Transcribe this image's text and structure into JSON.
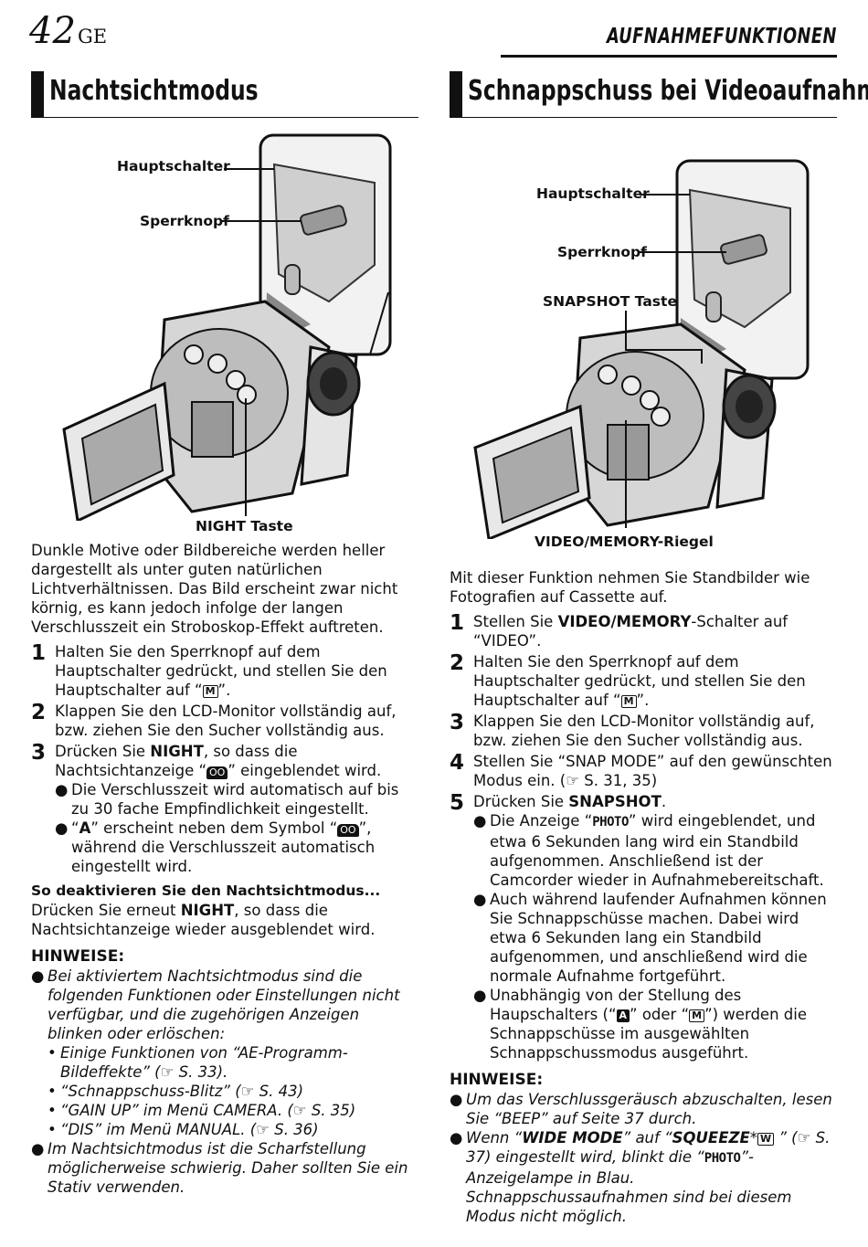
{
  "page": {
    "number": "42",
    "lang": "GE",
    "header": "AUFNAHMEFUNKTIONEN"
  },
  "left": {
    "title": "Nachtsichtmodus",
    "callouts": {
      "main_switch": "Hauptschalter",
      "lock_button": "Sperrknopf",
      "night_button": "NIGHT Taste"
    },
    "intro": "Dunkle Motive oder Bildbereiche werden heller dargestellt als unter guten natürlichen Lichtverhältnissen. Das Bild erscheint zwar nicht körnig, es kann jedoch infolge der langen Verschlusszeit ein Stroboskop-Effekt auftreten.",
    "steps": [
      {
        "n": "1",
        "pre": "Halten Sie den Sperrknopf auf dem Hauptschalter gedrückt, und stellen Sie den Hauptschalter auf “",
        "sym": "M",
        "post": "”."
      },
      {
        "n": "2",
        "text": "Klappen Sie den LCD-Monitor vollständig auf, bzw. ziehen Sie den Sucher vollständig aus."
      },
      {
        "n": "3",
        "pre": "Drücken Sie ",
        "bold": "NIGHT",
        "mid": ", so dass die Nachtsichtanzeige “",
        "sym": "OO",
        "post": "” eingeblendet wird."
      }
    ],
    "step3_bullets": [
      {
        "text": "Die Verschlusszeit wird automatisch auf bis zu 30 fache Empfindlichkeit eingestellt."
      },
      {
        "pre": "“",
        "sym1": "A",
        "mid": "” erscheint neben dem Symbol “",
        "sym2": "OO",
        "post": "”, während die Verschlusszeit automatisch eingestellt wird."
      }
    ],
    "deactivate_heading": "So deaktivieren Sie den Nachtsichtmodus...",
    "deactivate": {
      "pre": "Drücken Sie erneut ",
      "bold": "NIGHT",
      "post": ", so dass die Nachtsichtanzeige wieder ausgeblendet wird."
    },
    "notes_heading": "HINWEISE:",
    "note1": "Bei aktiviertem Nachtsichtmodus sind die folgenden Funktionen oder Einstellungen nicht verfügbar, und die zugehörigen Anzeigen blinken oder erlöschen:",
    "sub_notes": [
      "Einige Funktionen von “AE-Programm-Bildeffekte” (☞ S. 33).",
      "“Schnappschuss-Blitz” (☞ S. 43)",
      "“GAIN UP” im Menü CAMERA. (☞ S. 35)",
      "“DIS” im Menü MANUAL. (☞ S. 36)"
    ],
    "note2": "Im Nachtsichtmodus ist die Scharfstellung möglicherweise schwierig. Daher sollten Sie ein Stativ verwenden."
  },
  "right": {
    "title": "Schnappschuss bei Videoaufnahmen",
    "callouts": {
      "main_switch": "Hauptschalter",
      "lock_button": "Sperrknopf",
      "snapshot_button": "SNAPSHOT Taste",
      "video_memory": "VIDEO/MEMORY-Riegel"
    },
    "intro": "Mit dieser Funktion nehmen Sie Standbilder wie Fotografien auf Cassette auf.",
    "steps": [
      {
        "n": "1",
        "pre": "Stellen Sie ",
        "bold": "VIDEO/MEMORY",
        "post": "-Schalter auf “VIDEO”."
      },
      {
        "n": "2",
        "pre": "Halten Sie den Sperrknopf auf dem Hauptschalter gedrückt, und stellen Sie den Hauptschalter auf “",
        "sym": "M",
        "post": "”."
      },
      {
        "n": "3",
        "text": "Klappen Sie den LCD-Monitor vollständig auf, bzw. ziehen Sie den Sucher vollständig aus."
      },
      {
        "n": "4",
        "text": "Stellen Sie “SNAP MODE” auf den gewünschten Modus ein. (☞ S. 31, 35)"
      },
      {
        "n": "5",
        "pre": "Drücken Sie ",
        "bold": "SNAPSHOT",
        "post": "."
      }
    ],
    "step5_bullets": [
      {
        "pre": "Die Anzeige “",
        "photo": "PHOTO",
        "post": "” wird eingeblendet, und etwa 6 Sekunden lang wird ein Standbild aufgenommen. Anschließend ist der Camcorder wieder in Aufnahmebereitschaft."
      },
      {
        "text": "Auch während laufender Aufnahmen können Sie Schnappschüsse machen. Dabei wird etwa 6 Sekunden lang ein Standbild aufgenommen, und anschließend wird die normale Aufnahme fortgeführt."
      },
      {
        "pre": "Unabhängig von der Stellung des Haupschalters (“",
        "sym1": "A",
        "mid": "” oder “",
        "sym2": "M",
        "post": "”) werden die Schnappschüsse im ausgewählten Schnappschussmodus ausgeführt."
      }
    ],
    "notes_heading": "HINWEISE:",
    "note1": "Um das Verschlussgeräusch abzuschalten, lesen Sie “BEEP” auf Seite 37 durch.",
    "note2": {
      "pre": "Wenn “",
      "b1": "WIDE MODE",
      "mid1": "” auf “",
      "b2": "SQUEEZE",
      "star": "*",
      "sym": "W",
      "mid2": " ” (☞ S. 37) eingestellt wird, blinkt die “",
      "photo": "PHOTO",
      "post": "”-Anzeigelampe in Blau. Schnappschussaufnahmen sind bei diesem Modus nicht möglich."
    }
  }
}
